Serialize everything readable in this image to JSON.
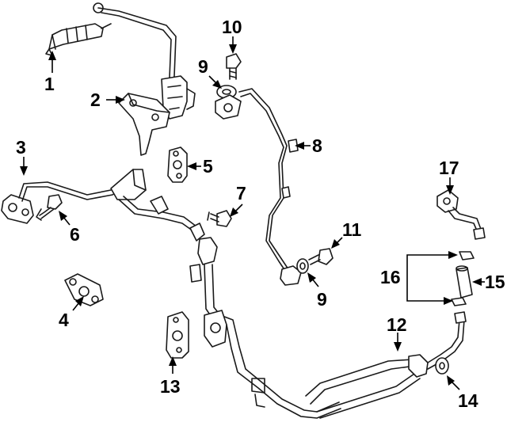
{
  "callouts": [
    {
      "id": "1",
      "label": "1"
    },
    {
      "id": "2",
      "label": "2"
    },
    {
      "id": "3",
      "label": "3"
    },
    {
      "id": "4",
      "label": "4"
    },
    {
      "id": "5",
      "label": "5"
    },
    {
      "id": "6",
      "label": "6"
    },
    {
      "id": "7",
      "label": "7"
    },
    {
      "id": "8",
      "label": "8"
    },
    {
      "id": "9a",
      "label": "9"
    },
    {
      "id": "9b",
      "label": "9"
    },
    {
      "id": "10",
      "label": "10"
    },
    {
      "id": "11",
      "label": "11"
    },
    {
      "id": "12",
      "label": "12"
    },
    {
      "id": "13",
      "label": "13"
    },
    {
      "id": "14",
      "label": "14"
    },
    {
      "id": "15",
      "label": "15"
    },
    {
      "id": "16",
      "label": "16"
    },
    {
      "id": "17",
      "label": "17"
    }
  ],
  "colors": {
    "ink": "#1a1a1a",
    "background": "#ffffff"
  }
}
